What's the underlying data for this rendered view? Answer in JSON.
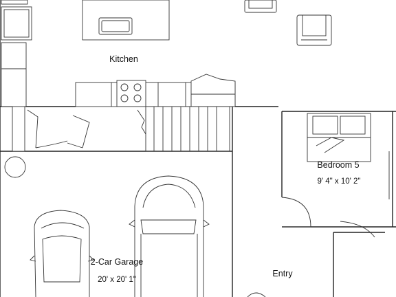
{
  "rooms": {
    "kitchen": {
      "label": "Kitchen"
    },
    "bedroom5": {
      "label": "Bedroom 5",
      "dims": "9' 4\" x 10' 2\""
    },
    "garage": {
      "label": "2-Car Garage",
      "dims": "20' x 20' 1\""
    },
    "entry": {
      "label": "Entry"
    }
  }
}
